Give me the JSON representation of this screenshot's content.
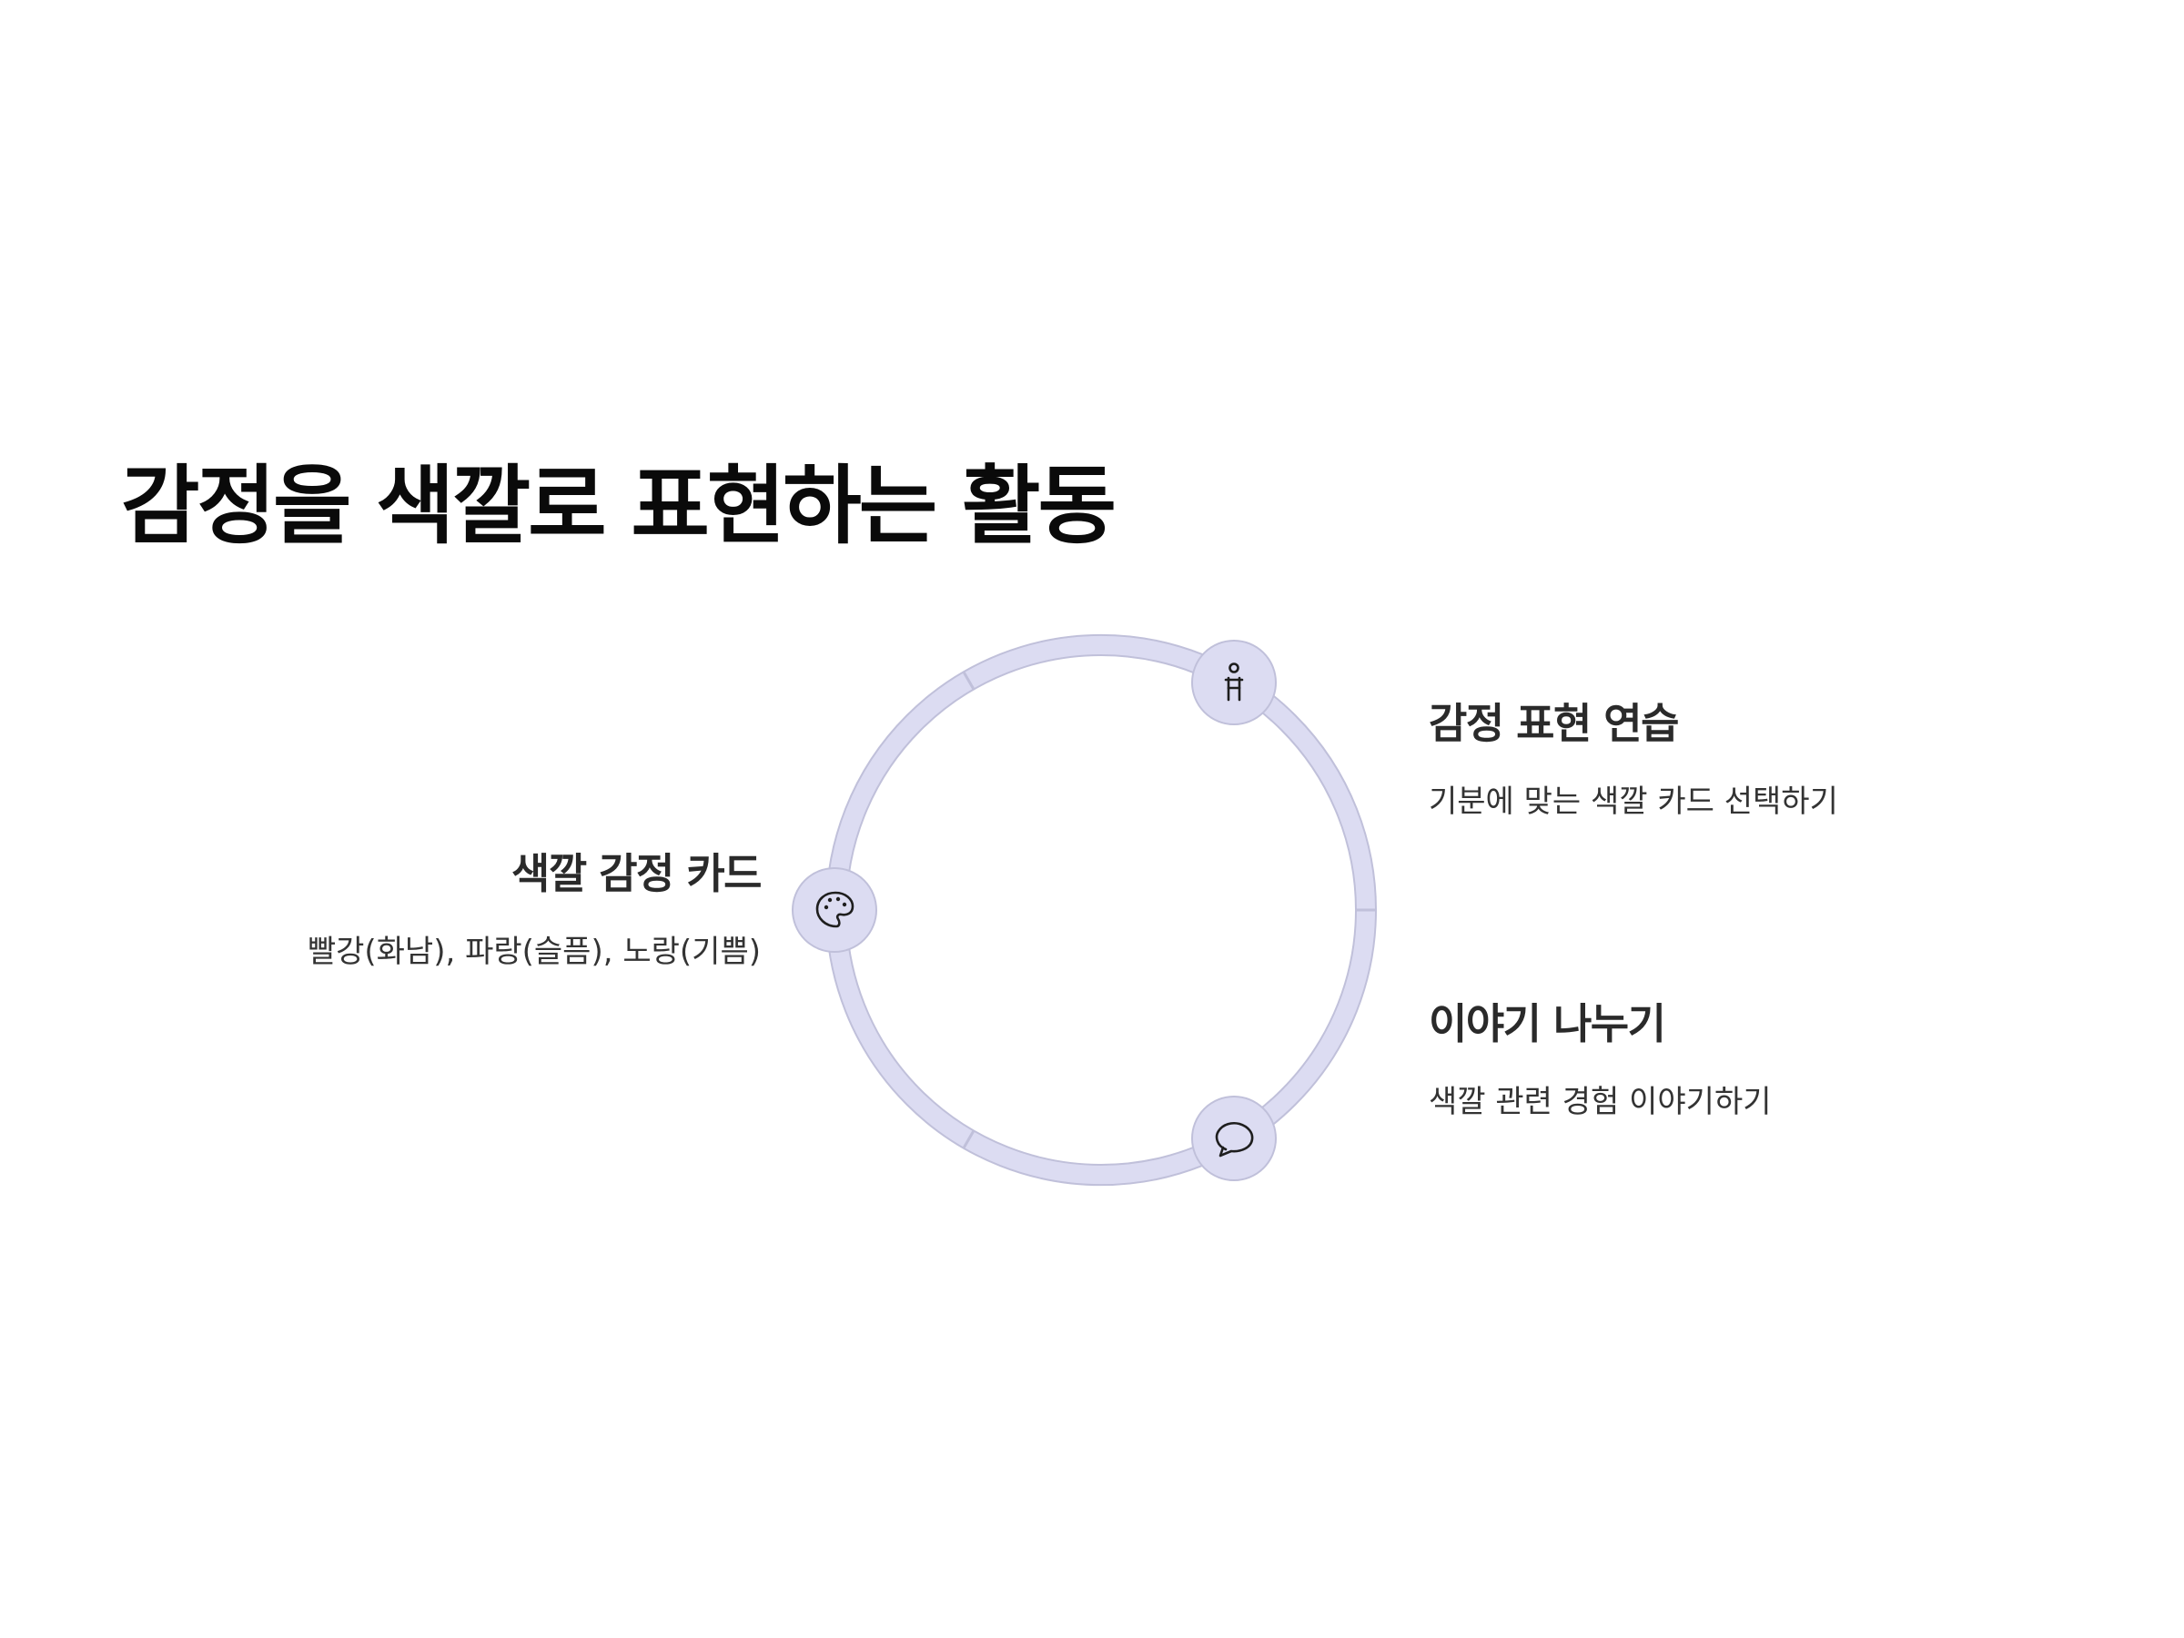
{
  "title": "감정을 색깔로 표현하는 활동",
  "colors": {
    "ring_fill": "#dcdcf2",
    "ring_stroke": "#c0c0da",
    "node_fill": "#dcdcf2",
    "icon_stroke": "#1e1e1e"
  },
  "steps": [
    {
      "title": "감정 표현 연습",
      "description": "기분에 맞는 색깔 카드 선택하기",
      "icon": "person-icon"
    },
    {
      "title": "이야기 나누기",
      "description": "색깔 관련 경험 이야기하기",
      "icon": "speech-bubble-icon"
    },
    {
      "title": "색깔 감정 카드",
      "description": "빨강(화남), 파랑(슬픔), 노랑(기쁨)",
      "icon": "palette-icon"
    }
  ]
}
